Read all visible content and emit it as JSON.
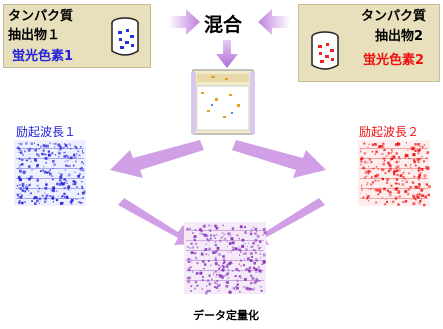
{
  "sample1": {
    "line1": "タンパク質",
    "line2": "抽出物１",
    "dye": "蛍光色素1",
    "dye_color": "#2222dd"
  },
  "sample2": {
    "line1": "タンパク質",
    "line2": "抽出物2",
    "dye": "蛍光色素2",
    "dye_color": "#ee1111"
  },
  "mix_label": "混合",
  "excitation1": {
    "label": "励起波長１",
    "color": "#2222dd"
  },
  "excitation2": {
    "label": "励起波長２",
    "color": "#ee1111"
  },
  "result_label": "データ定量化",
  "icons": {
    "container": "beaker-icon",
    "gel": "gel-plate-icon",
    "arrow": "arrow-icon"
  },
  "colors": {
    "panel": "#e8e0bd",
    "arrow": "#c88ee0",
    "merged": "#8833bb"
  }
}
